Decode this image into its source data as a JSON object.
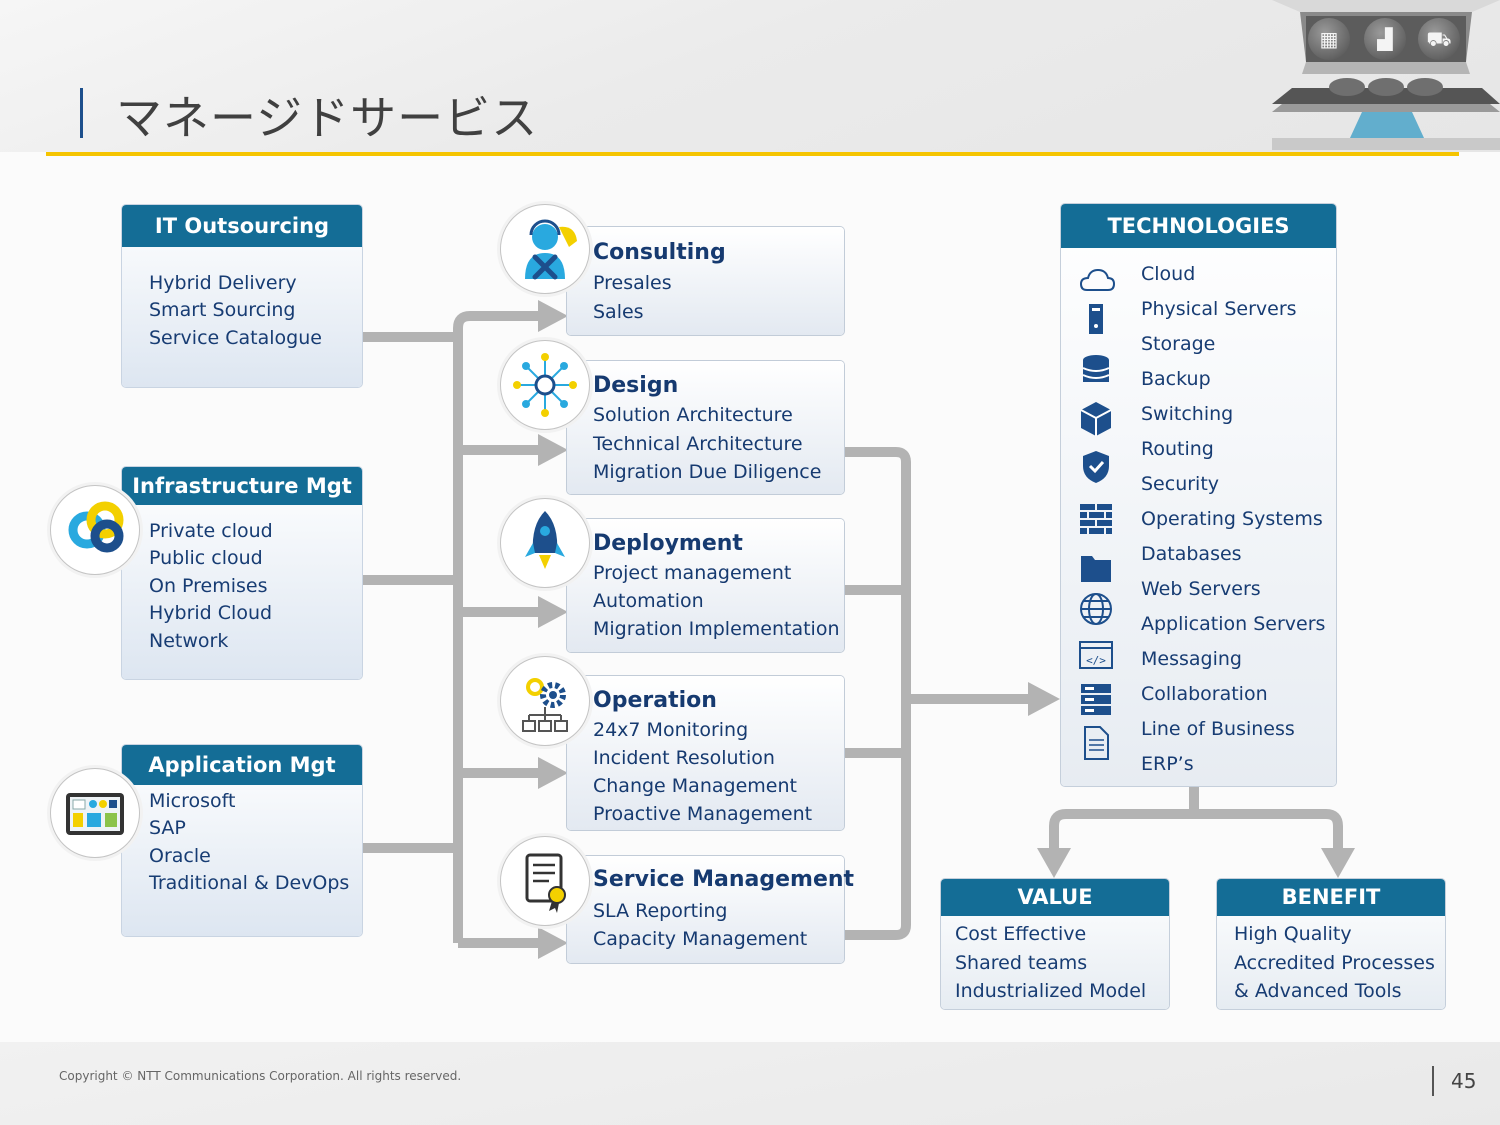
{
  "page": {
    "title": "マネージドサービス",
    "copyright": "Copyright © NTT Communications Corporation. All rights reserved.",
    "page_number": "45"
  },
  "colors": {
    "header_blue": "#146d96",
    "text_navy": "#173c73",
    "accent_yellow": "#f5c400",
    "connector_gray": "#b3b3b3"
  },
  "header_art": {
    "icons": [
      "grid-icon",
      "chart-icon",
      "cart-icon",
      "cloud-icon"
    ]
  },
  "left_boxes": [
    {
      "title": "IT Outsourcing",
      "icon": null,
      "items": [
        "Hybrid Delivery",
        "Smart Sourcing",
        "Service Catalogue"
      ]
    },
    {
      "title": "Infrastructure Mgt",
      "icon": "cloud-logo-icon",
      "items": [
        "Private cloud",
        "Public cloud",
        "On Premises",
        "Hybrid Cloud",
        "Network"
      ]
    },
    {
      "title": "Application Mgt",
      "icon": "tablet-dashboard-icon",
      "items": [
        "Microsoft",
        "SAP",
        "Oracle",
        "Traditional & DevOps"
      ]
    }
  ],
  "services": [
    {
      "title": "Consulting",
      "icon": "consultant-tools-icon",
      "items": [
        "Presales",
        "Sales"
      ]
    },
    {
      "title": "Design",
      "icon": "network-design-icon",
      "items": [
        "Solution Architecture",
        "Technical Architecture",
        "Migration Due Diligence"
      ]
    },
    {
      "title": "Deployment",
      "icon": "rocket-icon",
      "items": [
        "Project management",
        "Automation",
        "Migration Implementation"
      ]
    },
    {
      "title": "Operation",
      "icon": "gears-hierarchy-icon",
      "items": [
        "24x7 Monitoring",
        "Incident Resolution",
        "Change Management",
        "Proactive Management"
      ]
    },
    {
      "title": "Service Management",
      "icon": "certificate-document-icon",
      "items": [
        "SLA Reporting",
        "Capacity Management"
      ]
    }
  ],
  "technologies": {
    "title": "TECHNOLOGIES",
    "items": [
      "Cloud",
      "Physical Servers",
      "Storage",
      "Backup",
      "Switching",
      "Routing",
      "Security",
      "Operating Systems",
      "Databases",
      "Web Servers",
      "Application Servers",
      "Messaging",
      "Collaboration",
      "Line of Business",
      "ERP’s"
    ],
    "icons": [
      "cloud-icon",
      "server-tower-icon",
      "database-icon",
      "cube-icon",
      "shield-check-icon",
      "brick-wall-icon",
      "folder-icon",
      "globe-icon",
      "code-window-icon",
      "server-rack-icon",
      "document-icon"
    ]
  },
  "value": {
    "title": "VALUE",
    "items": [
      "Cost Effective",
      "Shared teams",
      "Industrialized Model"
    ]
  },
  "benefit": {
    "title": "BENEFIT",
    "items": [
      "High Quality",
      "Accredited Processes",
      "& Advanced Tools"
    ]
  }
}
